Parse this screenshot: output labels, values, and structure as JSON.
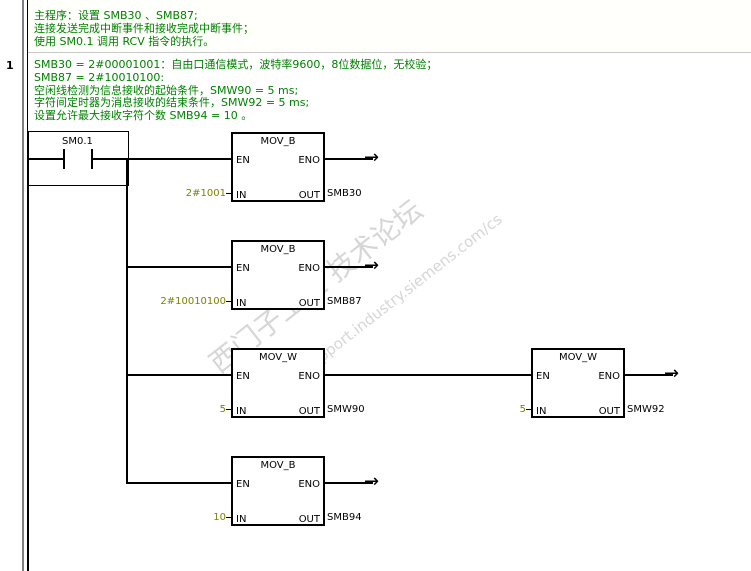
{
  "main_comment": {
    "line1": "主程序：设置 SMB30 、SMB87;",
    "line2": "连接发送完成中断事件和接收完成中断事件；",
    "line3": "使用 SM0.1 调用 RCV 指令的执行。"
  },
  "network": {
    "number": "1",
    "comment": {
      "line1": "SMB30 = 2#00001001：自由口通信模式，波特率9600，8位数据位，无校验；",
      "line2": "SMB87 = 2#10010100:",
      "line3": "空闲线检测为信息接收的起始条件，SMW90 = 5 ms;",
      "line4": "字符间定时器为消息接收的结束条件，SMW92 = 5 ms;",
      "line5": "设置允许最大接收字符个数 SMB94 = 10 。"
    },
    "contact": {
      "label": "SM0.1"
    },
    "blocks": [
      {
        "title": "MOV_B",
        "en": "EN",
        "eno": "ENO",
        "in": "IN",
        "out": "OUT",
        "in_value": "2#1001",
        "out_value": "SMB30"
      },
      {
        "title": "MOV_B",
        "en": "EN",
        "eno": "ENO",
        "in": "IN",
        "out": "OUT",
        "in_value": "2#10010100",
        "out_value": "SMB87"
      },
      {
        "title": "MOV_W",
        "en": "EN",
        "eno": "ENO",
        "in": "IN",
        "out": "OUT",
        "in_value": "5",
        "out_value": "SMW90"
      },
      {
        "title": "MOV_W",
        "en": "EN",
        "eno": "ENO",
        "in": "IN",
        "out": "OUT",
        "in_value": "5",
        "out_value": "SMW92"
      },
      {
        "title": "MOV_B",
        "en": "EN",
        "eno": "ENO",
        "in": "IN",
        "out": "OUT",
        "in_value": "10",
        "out_value": "SMB94"
      }
    ]
  },
  "watermark": {
    "text": "西门子工业 技术论坛",
    "url": "support.industry.siemens.com/cs"
  },
  "colors": {
    "comment": "#008000",
    "operand": "#808000",
    "line": "#000000"
  }
}
